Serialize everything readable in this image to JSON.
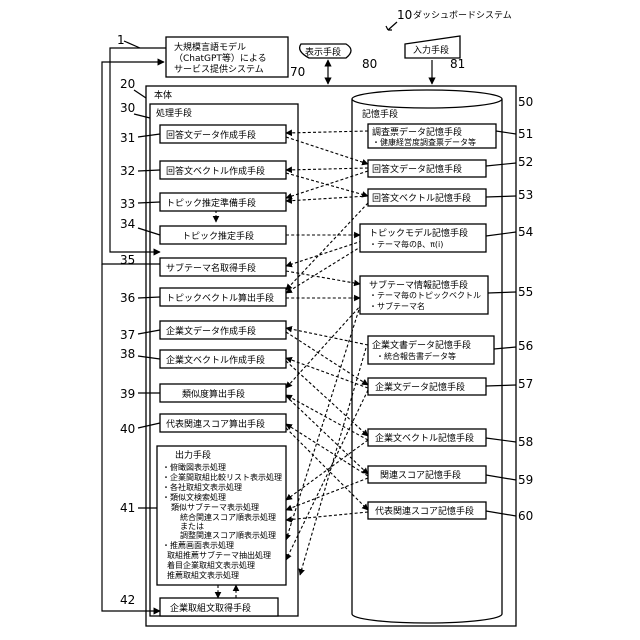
{
  "system": {
    "num": "10",
    "label": "ダッシュボードシステム"
  },
  "service": {
    "num": "70",
    "ref": "1",
    "lines": [
      "大規模言語モデル",
      "（ChatGPT等）による",
      "サービス提供システム"
    ]
  },
  "display": {
    "num": "80",
    "label": "表示手段"
  },
  "input": {
    "num": "81",
    "label": "入力手段"
  },
  "body": {
    "num": "20",
    "label": "本体"
  },
  "processing": {
    "num": "30",
    "label": "処理手段"
  },
  "storage": {
    "num": "50",
    "label": "記憶手段"
  },
  "proc": {
    "p31": {
      "num": "31",
      "label": "回答文データ作成手段"
    },
    "p32": {
      "num": "32",
      "label": "回答文ベクトル作成手段"
    },
    "p33": {
      "num": "33",
      "label": "トピック推定準備手段"
    },
    "p34": {
      "num": "34",
      "label": "トピック推定手段"
    },
    "p35": {
      "num": "35",
      "label": "サブテーマ名取得手段"
    },
    "p36": {
      "num": "36",
      "label": "トピックベクトル算出手段"
    },
    "p37": {
      "num": "37",
      "label": "企業文データ作成手段"
    },
    "p38": {
      "num": "38",
      "label": "企業文ベクトル作成手段"
    },
    "p39": {
      "num": "39",
      "label": "類似度算出手段"
    },
    "p40": {
      "num": "40",
      "label": "代表関連スコア算出手段"
    },
    "p42": {
      "num": "42",
      "label": "企業取組文取得手段"
    }
  },
  "output": {
    "num": "41",
    "title": "出力手段",
    "lines": [
      "・俯瞰図表示処理",
      "・企業間取組比較リスト表示処理",
      "・各社取組文表示処理",
      "・類似文検索処理",
      "類似サブテーマ表示処理",
      "統合関連スコア順表示処理",
      "または",
      "調整関連スコア順表示処理",
      "・推薦画面表示処理",
      "取組推薦サブテーマ抽出処理",
      "着目企業取組文表示処理",
      "推薦取組文表示処理"
    ]
  },
  "stor": {
    "s51": {
      "num": "51",
      "lines": [
        "調査票データ記憶手段",
        "・健康経営度調査票データ等"
      ]
    },
    "s52": {
      "num": "52",
      "lines": [
        "回答文データ記憶手段"
      ]
    },
    "s53": {
      "num": "53",
      "lines": [
        "回答文ベクトル記憶手段"
      ]
    },
    "s54": {
      "num": "54",
      "lines": [
        "トピックモデル記憶手段",
        "・テーマ毎のβ、π(i)"
      ]
    },
    "s55": {
      "num": "55",
      "lines": [
        "サブテーマ情報記憶手段",
        "・テーマ毎のトピックベクトル",
        "・サブテーマ名"
      ]
    },
    "s56": {
      "num": "56",
      "lines": [
        "企業文書データ記憶手段",
        "・統合報告書データ等"
      ]
    },
    "s57": {
      "num": "57",
      "lines": [
        "企業文データ記憶手段"
      ]
    },
    "s58": {
      "num": "58",
      "lines": [
        "企業文ベクトル記憶手段"
      ]
    },
    "s59": {
      "num": "59",
      "lines": [
        "関連スコア記憶手段"
      ]
    },
    "s60": {
      "num": "60",
      "lines": [
        "代表関連スコア記憶手段"
      ]
    }
  }
}
